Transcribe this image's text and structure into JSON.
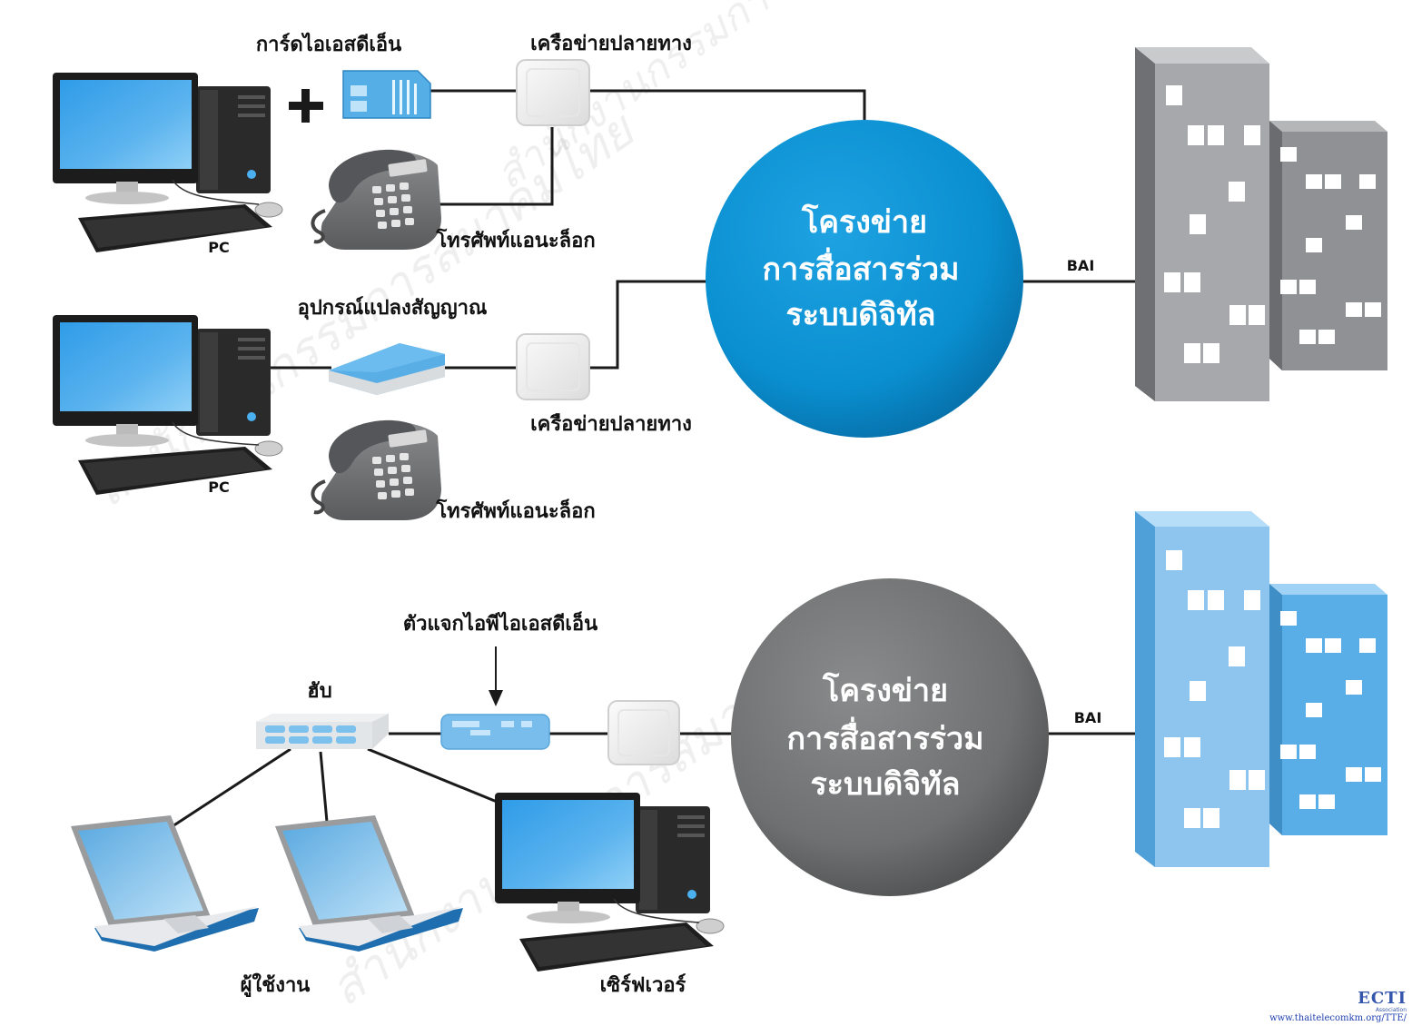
{
  "diagram_a": {
    "card_label": "การ์ดไอเอสดีเอ็น",
    "terminal_label_top": "เครือข่ายปลายทาง",
    "phone_label_1": "โทรศัพท์แอนะล็อก",
    "pc_label_1": "PC",
    "adapter_label": "อุปกรณ์แปลงสัญญาณ",
    "terminal_label_bottom": "เครือข่ายปลายทาง",
    "phone_label_2": "โทรศัพท์แอนะล็อก",
    "pc_label_2": "PC",
    "network_line1": "โครงข่าย",
    "network_line2": "การสื่อสารร่วม",
    "network_line3": "ระบบดิจิทัล",
    "bai_label": "BAI",
    "network_color": "#0a8fd0",
    "building_front": "#a6a8ab",
    "building_back": "#8f9194"
  },
  "diagram_b": {
    "router_label": "ตัวแจกไอพีไอเอสดีเอ็น",
    "hub_label": "ฮับ",
    "user_label": "ผู้ใช้งาน",
    "server_label": "เซิร์ฟเวอร์",
    "network_line1": "โครงข่าย",
    "network_line2": "การสื่อสารร่วม",
    "network_line3": "ระบบดิจิทัล",
    "bai_label": "BAI",
    "network_color": "#6f7071",
    "building_front": "#8ec5ef",
    "building_back": "#5aaee8"
  },
  "watermark": "สำนักงานกรรมการสมาคมไทย",
  "footer": {
    "logo": "ECTI",
    "logo_sub": "Association",
    "url": "www.thaitelecomkm.org/TTE/"
  },
  "icons": [
    "desktop-pc-icon",
    "isdn-card-icon",
    "analog-phone-icon",
    "network-terminal-icon",
    "modem-adapter-icon",
    "hub-icon",
    "isdn-router-icon",
    "laptop-icon",
    "server-pc-icon",
    "building-icon",
    "plus-icon",
    "arrow-down-icon"
  ]
}
